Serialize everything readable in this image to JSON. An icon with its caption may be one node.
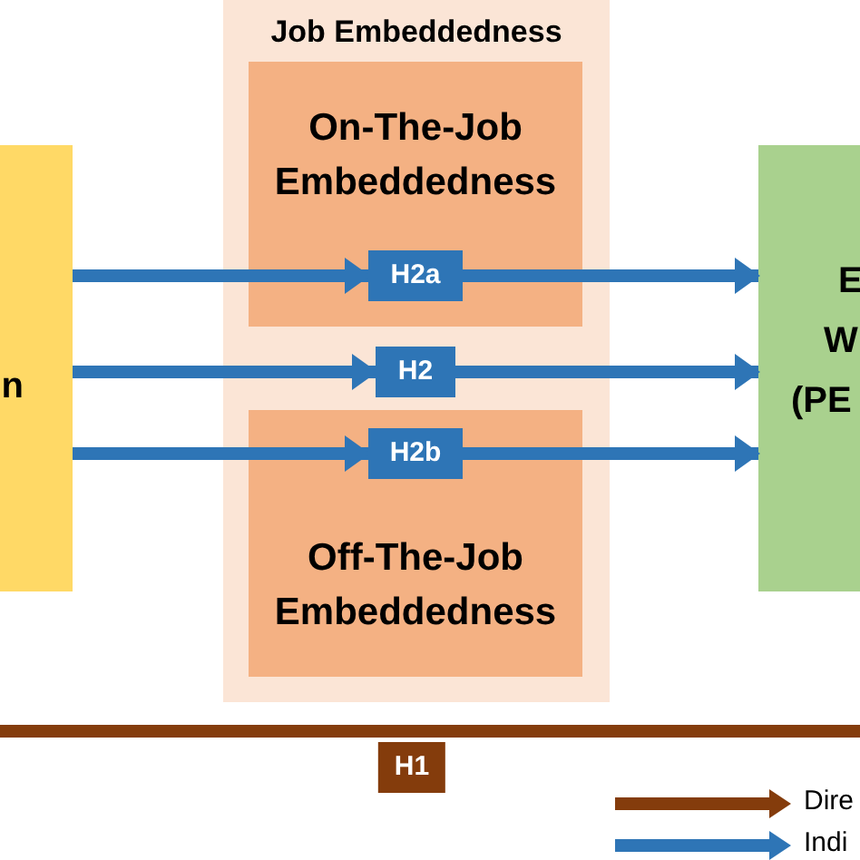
{
  "diagram": {
    "nodes": [
      {
        "text": [
          "n"
        ]
      },
      {
        "text": [
          "Job Embeddedness"
        ]
      },
      {
        "text": [
          "On-The-Job Embeddedness"
        ],
        "in": 1
      },
      {
        "text": [
          "Off-The-Job Embeddedness"
        ],
        "in": 1
      },
      {
        "text": [
          "E",
          "W",
          "(PE"
        ]
      },
      {
        "text": [
          "H2a"
        ],
        "in": 2
      },
      {
        "text": [
          "H2"
        ],
        "in": 1
      },
      {
        "text": [
          "H2b"
        ],
        "in": 3
      }
    ],
    "edges": [
      {
        "from": 0,
        "to": 5,
        "arrow": "to"
      },
      {
        "from": 5,
        "to": 4,
        "arrow": "to"
      },
      {
        "from": 0,
        "to": 6,
        "arrow": "to"
      },
      {
        "from": 6,
        "to": 4,
        "arrow": "to"
      },
      {
        "from": 0,
        "to": 7,
        "arrow": "to"
      },
      {
        "from": 7,
        "to": 4,
        "arrow": "to"
      },
      {
        "from": 0,
        "to": 4,
        "arrow": "to",
        "label": "H1",
        "color": "#843c0c"
      }
    ],
    "legend": [
      {
        "text": "Dire"
      },
      {
        "text": "Indi"
      }
    ]
  }
}
